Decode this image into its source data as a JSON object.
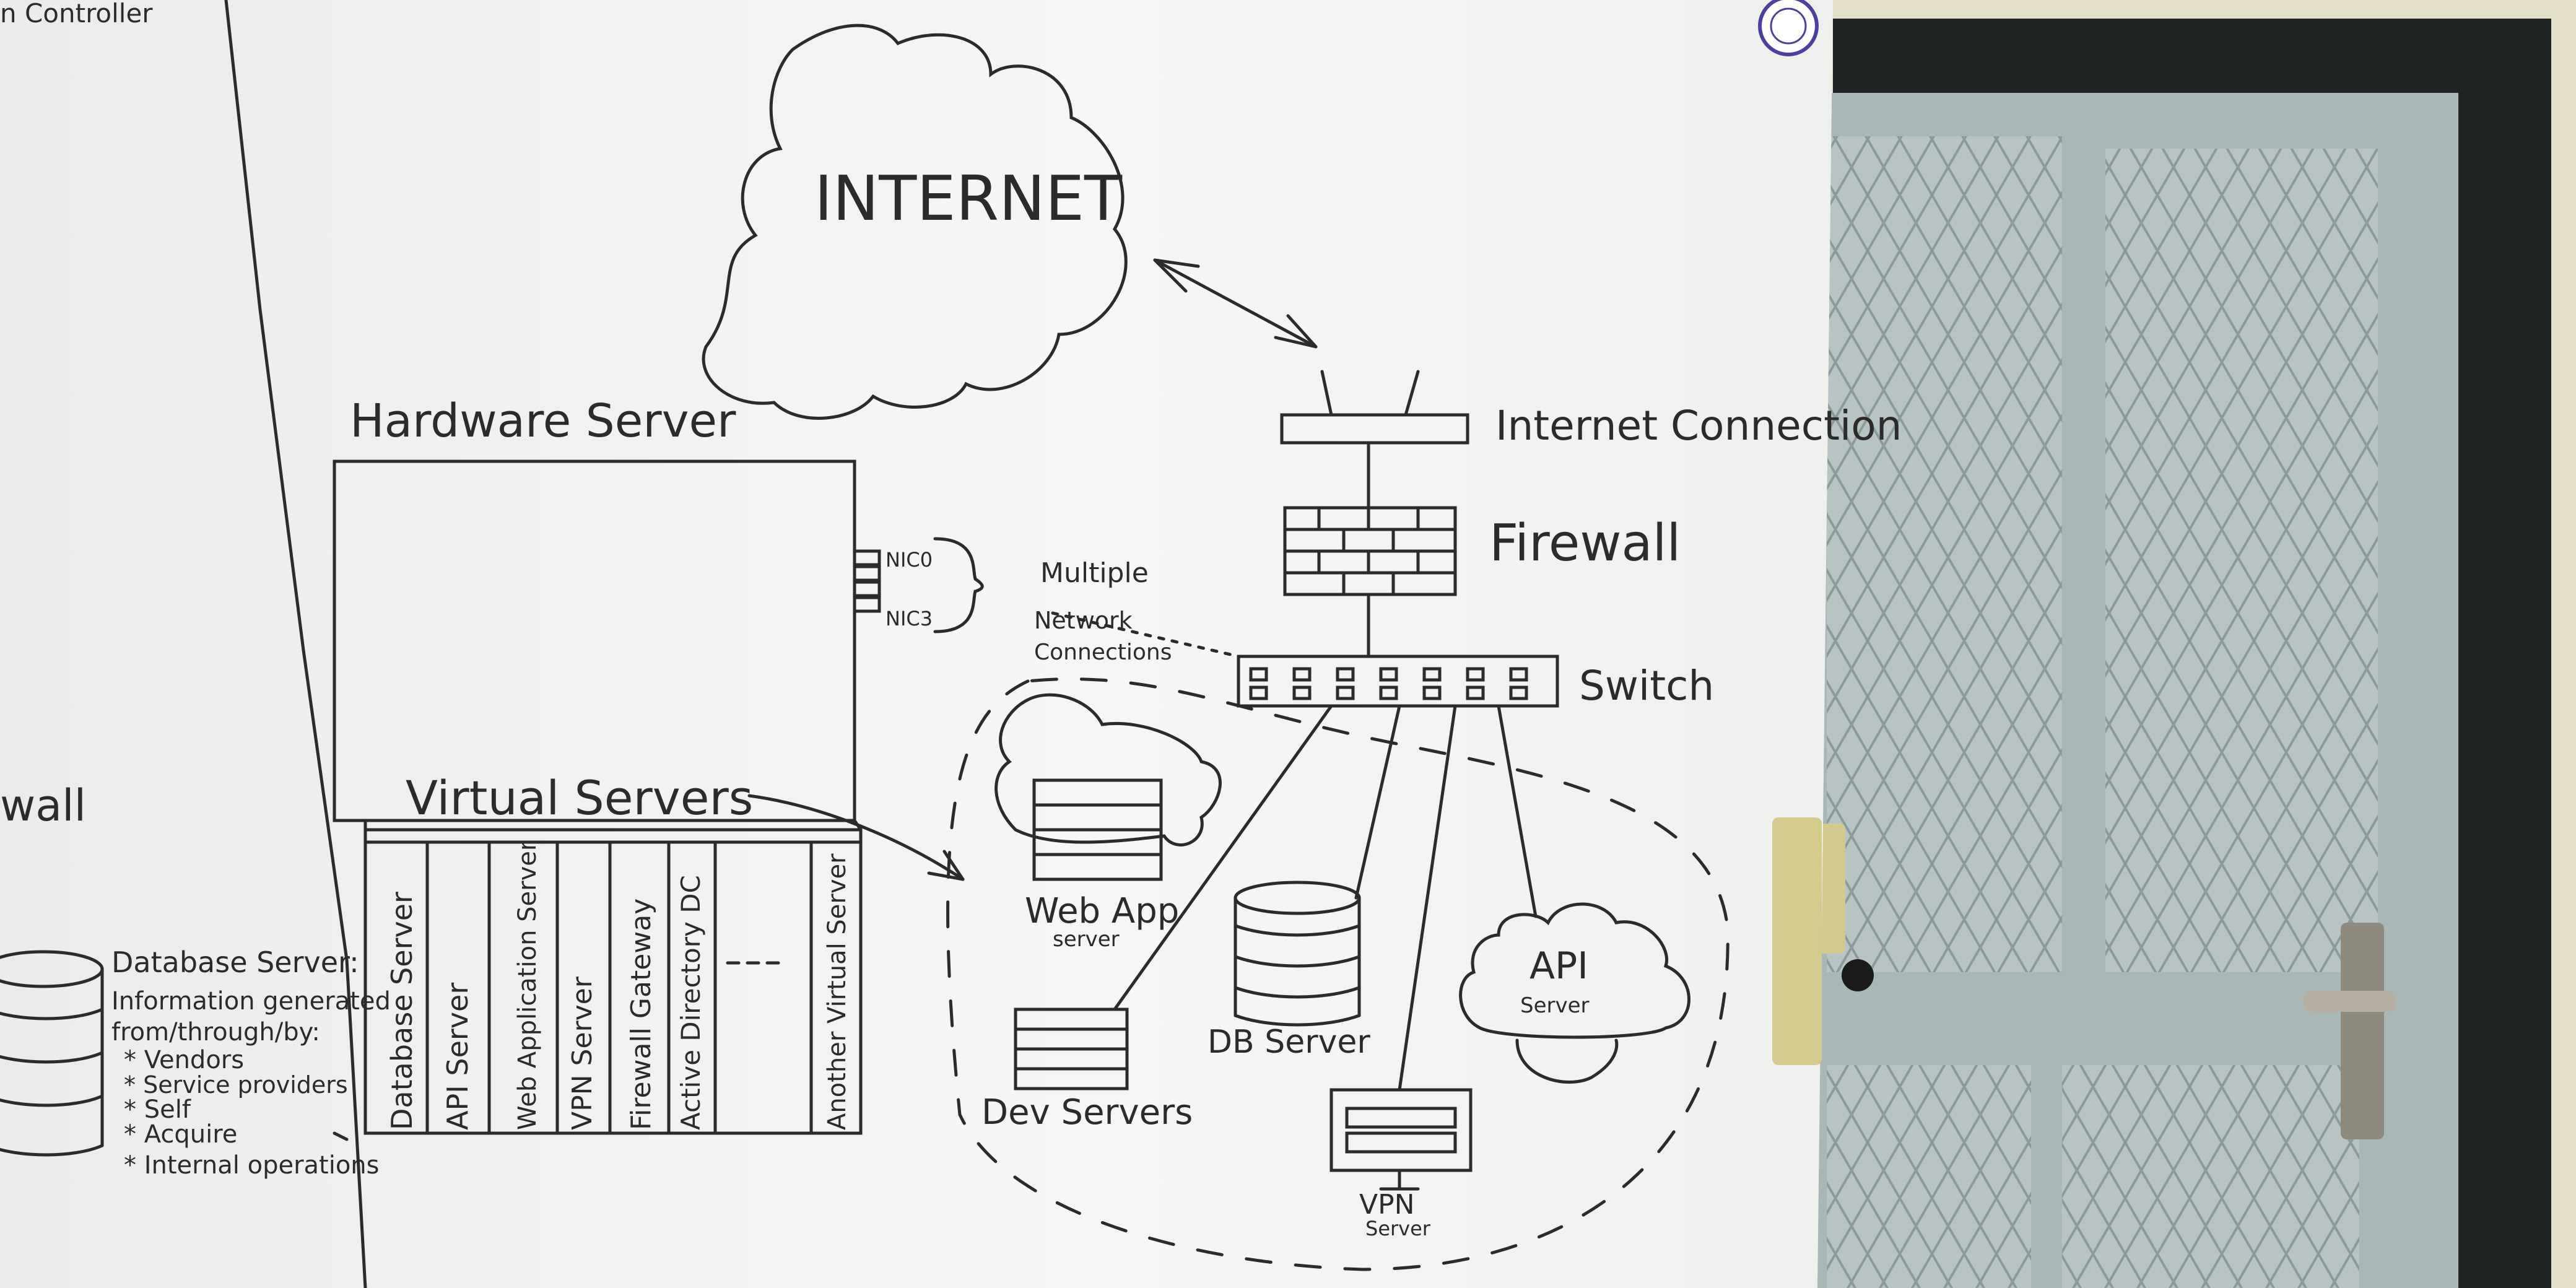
{
  "board": {
    "top_left_fragment": "n Controller",
    "left_fragment": "wall",
    "internet": "INTERNET",
    "hardware_server": "Hardware Server",
    "nic0": "NIC0",
    "nic3": "NIC3",
    "multiple_network_connections": [
      "Multiple",
      "Network",
      "Connections"
    ],
    "internet_connection": "Internet Connection",
    "firewall": "Firewall",
    "switch": "Switch",
    "virtual_servers": "Virtual Servers",
    "vm_slots": [
      "Database Server",
      "API Server",
      "Web Application Server",
      "VPN Server",
      "Firewall Gateway",
      "Active Directory DC",
      "",
      "Another Virtual Server"
    ],
    "web_app": [
      "Web App",
      "server"
    ],
    "db_server": "DB Server",
    "api_server": [
      "API",
      "Server"
    ],
    "dev_servers": "Dev Servers",
    "vpn_server": [
      "VPN",
      "Server"
    ],
    "database_note": {
      "title": "Database Server:",
      "lines": [
        "Information generated",
        "from/through/by:",
        "* Vendors",
        "* Service providers",
        "* Self",
        "* Acquire",
        "* Internal operations"
      ]
    }
  },
  "colors": {
    "whiteboard": "#f4f5f3",
    "ink": "#2b2b2b",
    "door_panel": "#a9b7b6",
    "door_frame": "#1f2322",
    "wall": "#e3dfc9",
    "magnet": "#4b3fa0"
  }
}
